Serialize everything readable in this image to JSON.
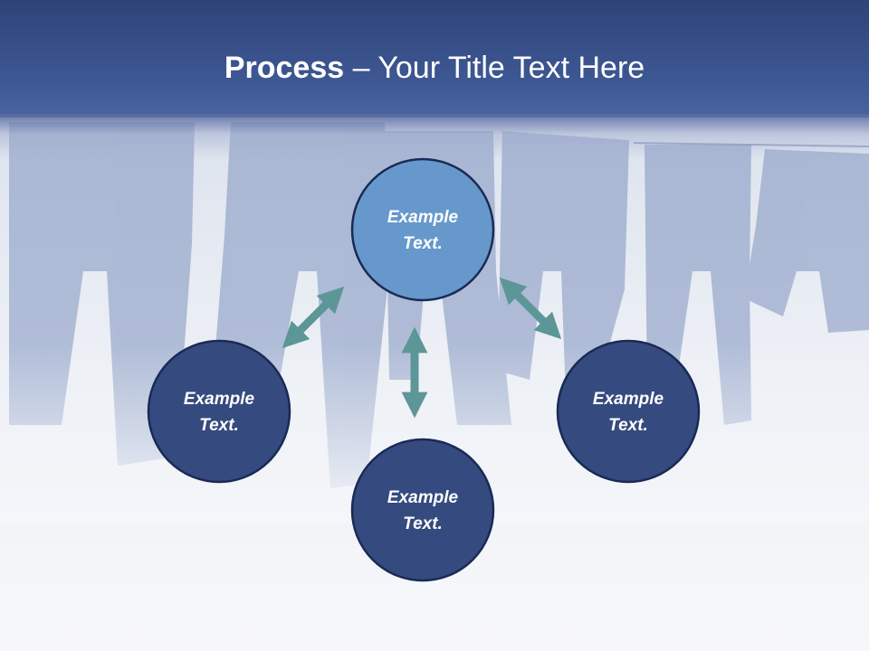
{
  "title": {
    "bold": "Process",
    "rest": " – Your Title Text Here"
  },
  "nodes": {
    "top": "Example\nText.",
    "left": "Example\nText.",
    "bottom": "Example\nText.",
    "right": "Example\nText."
  },
  "colors": {
    "header": "#344d86",
    "node_top": "#6698cc",
    "node_dark": "#354a7e",
    "node_stroke": "#1a2a55",
    "arrow": "#5d9696"
  }
}
